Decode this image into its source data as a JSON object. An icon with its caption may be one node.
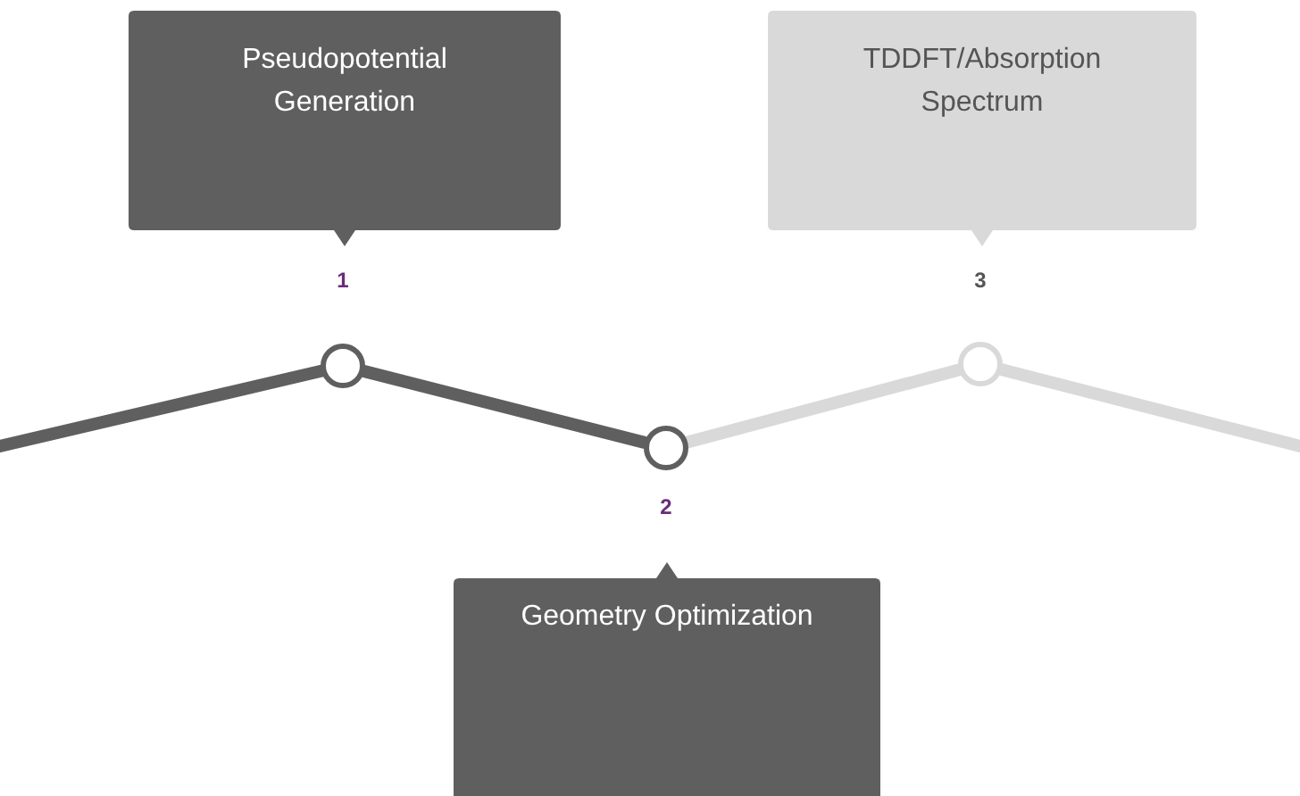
{
  "diagram": {
    "nodes": [
      {
        "text": [
          "Pseudopotential Generation"
        ]
      },
      {
        "text": [],
        "shape": "circle"
      },
      {
        "text": [],
        "shape": "circle"
      },
      {
        "text": [
          "Geometry Optimization"
        ]
      },
      {
        "text": [
          "TDDFT/Absorption Spectrum"
        ]
      },
      {
        "text": [],
        "shape": "circle"
      }
    ],
    "edges": [
      {
        "from": null,
        "to": 1,
        "arrow": "none"
      },
      {
        "from": 1,
        "to": 2,
        "arrow": "none"
      },
      {
        "from": 2,
        "to": 5,
        "arrow": "none",
        "color": "#d9d9d9"
      },
      {
        "from": 5,
        "to": null,
        "arrow": "none",
        "color": "#d9d9d9"
      }
    ],
    "labels": [
      "1",
      "3",
      "2"
    ]
  }
}
